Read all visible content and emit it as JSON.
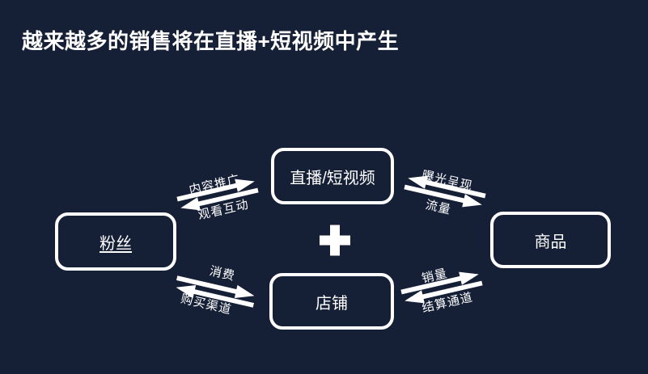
{
  "page": {
    "title": "越来越多的销售将在直播+短视频中产生",
    "background_color": "#151f35",
    "foreground_color": "#ffffff"
  },
  "diagram": {
    "plus_symbol": "+",
    "nodes": [
      {
        "id": "live-short-video",
        "label": "直播/短视频"
      },
      {
        "id": "fans",
        "label": "粉丝"
      },
      {
        "id": "goods",
        "label": "商品"
      },
      {
        "id": "shop",
        "label": "店铺"
      }
    ],
    "edges": [
      {
        "from": "fans",
        "to": "live-short-video",
        "forward_label": "内容推广",
        "backward_label": "观看互动"
      },
      {
        "from": "live-short-video",
        "to": "goods",
        "forward_label": "曝光呈现",
        "backward_label": "流量"
      },
      {
        "from": "fans",
        "to": "shop",
        "forward_label": "消费",
        "backward_label": "购买渠道"
      },
      {
        "from": "shop",
        "to": "goods",
        "forward_label": "销量",
        "backward_label": "结算通道"
      }
    ]
  }
}
